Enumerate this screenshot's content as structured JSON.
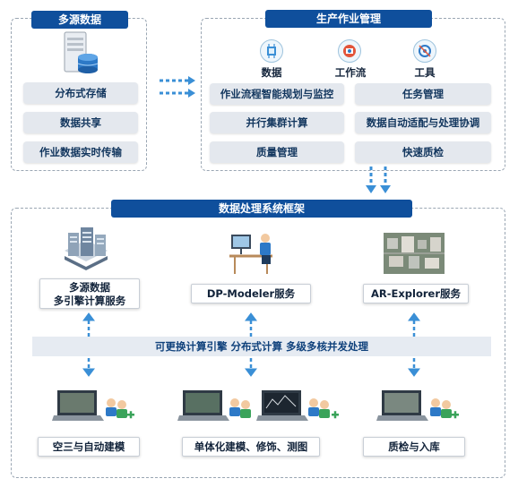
{
  "sources": {
    "title": "多源数据",
    "items": [
      "分布式存储",
      "数据共享",
      "作业数据实时传输"
    ]
  },
  "production": {
    "title": "生产作业管理",
    "icons": [
      {
        "label": "数据",
        "icon": "data-chip-icon"
      },
      {
        "label": "工作流",
        "icon": "workflow-icon"
      },
      {
        "label": "工具",
        "icon": "tools-icon"
      }
    ],
    "items": [
      "作业流程智能规划与监控",
      "任务管理",
      "并行集群计算",
      "数据自动适配与处理协调",
      "质量管理",
      "快速质检"
    ]
  },
  "framework": {
    "title": "数据处理系统框架",
    "services": [
      {
        "label": "多源数据\n多引擎计算服务",
        "icon": "server-cluster-icon"
      },
      {
        "label": "DP-Modeler服务",
        "icon": "modeler-workstation-icon"
      },
      {
        "label": "AR-Explorer服务",
        "icon": "3d-city-model-icon"
      }
    ],
    "band": "可更换计算引擎 分布式计算 多级多核并发处理",
    "outputs": [
      {
        "label": "空三与自动建模"
      },
      {
        "label": "单体化建模、修饰、测图"
      },
      {
        "label": "质检与入库"
      }
    ]
  },
  "colors": {
    "accent": "#0f4f9c",
    "arrow": "#3a8fd6",
    "pill": "#e4e8ee",
    "band": "#e6ebf2"
  }
}
